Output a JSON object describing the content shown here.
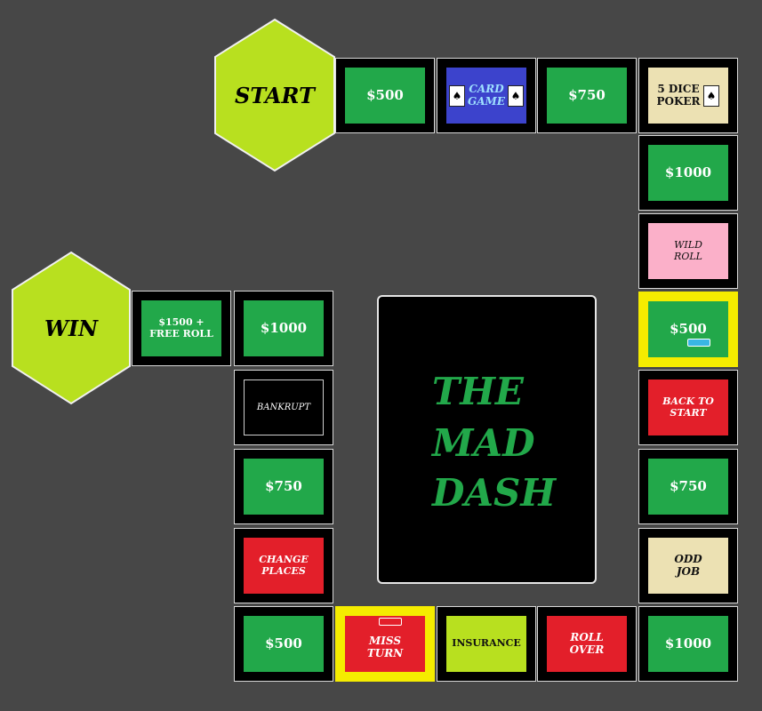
{
  "board": {
    "title_lines": [
      "THE",
      "MAD",
      "DASH"
    ],
    "start_label": "START",
    "win_label": "WIN",
    "hex_color": "#b8e01f",
    "background_color": "#474747",
    "accent_green": "#22a84a",
    "accent_red": "#e31f2a",
    "highlight_yellow": "#f5ec00"
  },
  "tiles": {
    "t1": "$500",
    "t2": "CARD GAME",
    "t3": "$750",
    "t4": "5 DICE POKER",
    "t5": "$1000",
    "t6": "WILD ROLL",
    "t7": "$500",
    "t8": "BACK TO START",
    "t9": "$750",
    "t10": "ODD JOB",
    "t11": "$1000",
    "t12": "ROLL OVER",
    "t13": "INSURANCE",
    "t14": "MISS TURN",
    "t15": "$500",
    "t16": "CHANGE PLACES",
    "t17": "$750",
    "t18": "BANKRUPT",
    "t19": "$1000",
    "t20": "$1500 + FREE ROLL"
  },
  "icons": {
    "card": "spade-card-icon"
  }
}
